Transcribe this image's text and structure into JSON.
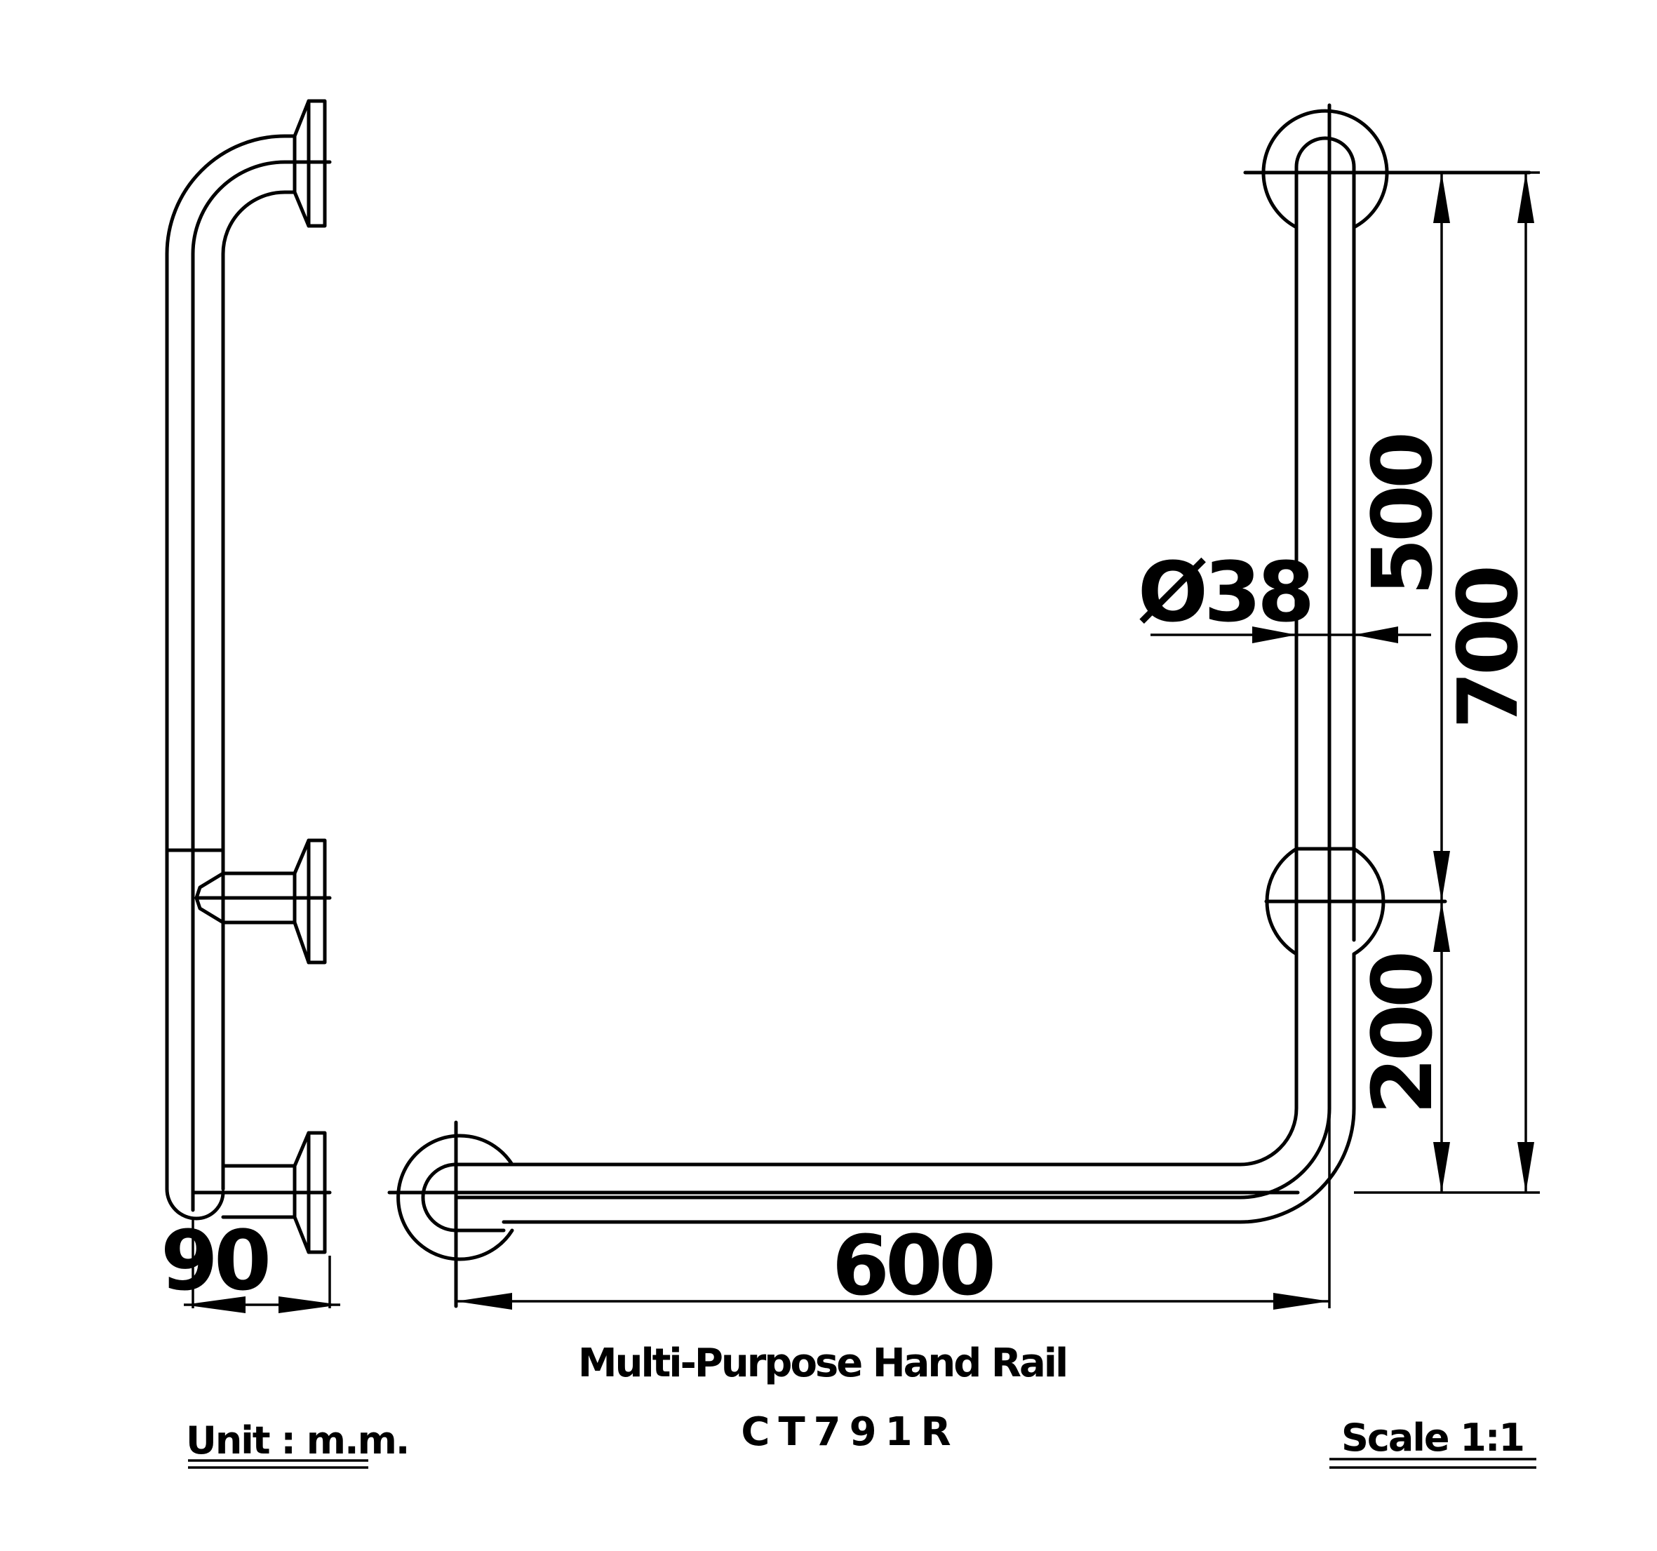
{
  "title": "Multi-Purpose Hand Rail",
  "model_code": "CT791R",
  "unit_label": "Unit : m.m.",
  "scale_label": "Scale 1:1",
  "dimensions": {
    "side_depth": "90",
    "length": "600",
    "upper_height": "500",
    "total_height": "700",
    "lower_height": "200",
    "diameter": "Ø38"
  }
}
